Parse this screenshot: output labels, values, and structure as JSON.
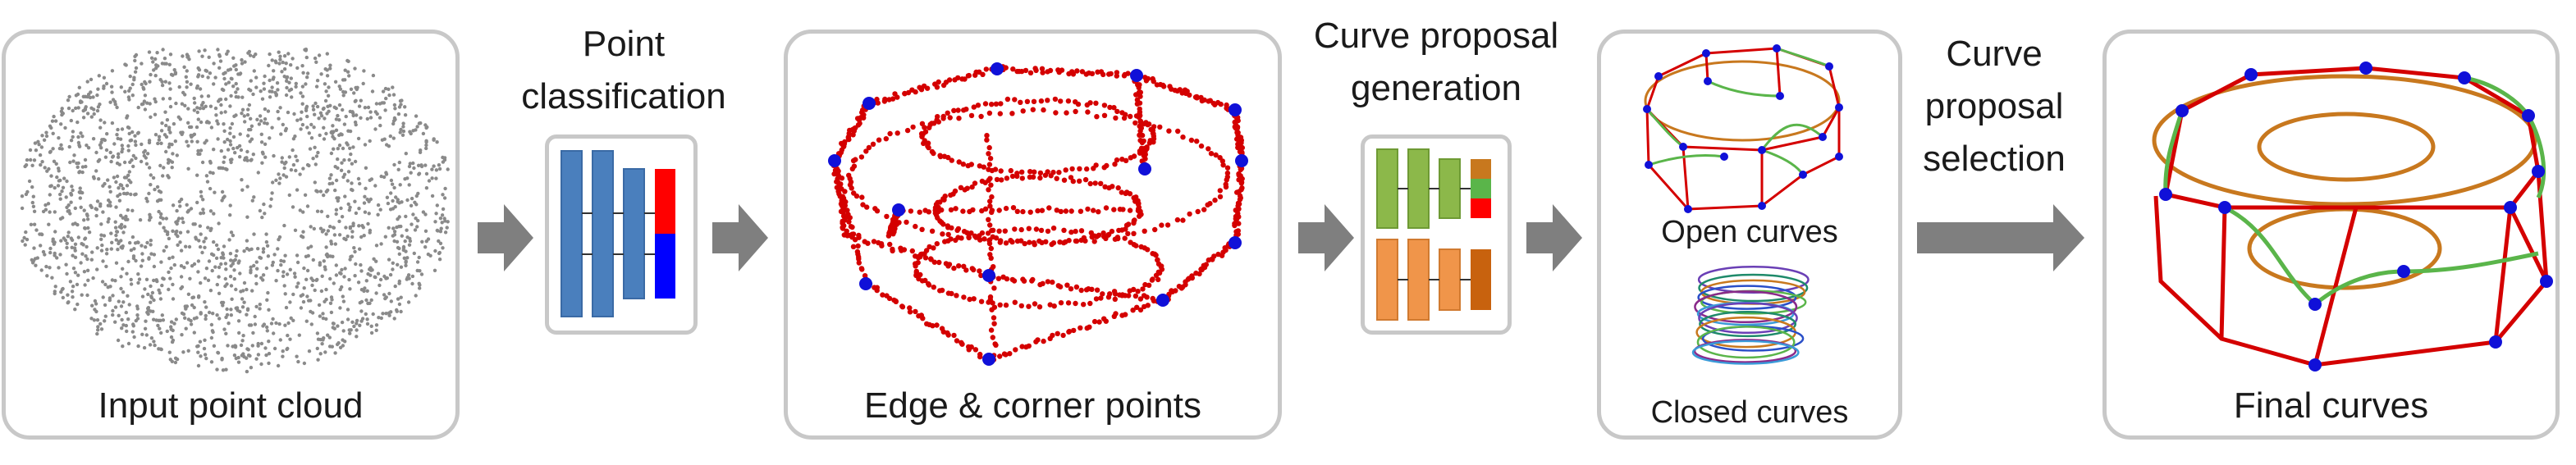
{
  "panels": {
    "input": {
      "caption": "Input point cloud"
    },
    "edges": {
      "caption": "Edge & corner points"
    },
    "proposals": {
      "open_caption": "Open curves",
      "closed_caption": "Closed curves"
    },
    "final": {
      "caption": "Final curves"
    }
  },
  "stages": {
    "classification": {
      "line1": "Point",
      "line2": "classification"
    },
    "generation": {
      "line1": "Curve proposal",
      "line2": "generation"
    },
    "selection": {
      "line1": "Curve",
      "line2": "proposal",
      "line3": "selection"
    }
  },
  "colors": {
    "panel_border": "#c8c8c8",
    "arrow": "#7f7f7f",
    "points_gray": "#8a8a8a",
    "edge_red": "#d40000",
    "corner_blue": "#1010d8",
    "net_blue": "#4a7fbd",
    "net_green": "#8cb84a",
    "net_orange": "#f0954a",
    "curve_orange": "#c8781e",
    "curve_green": "#5ab54a"
  }
}
